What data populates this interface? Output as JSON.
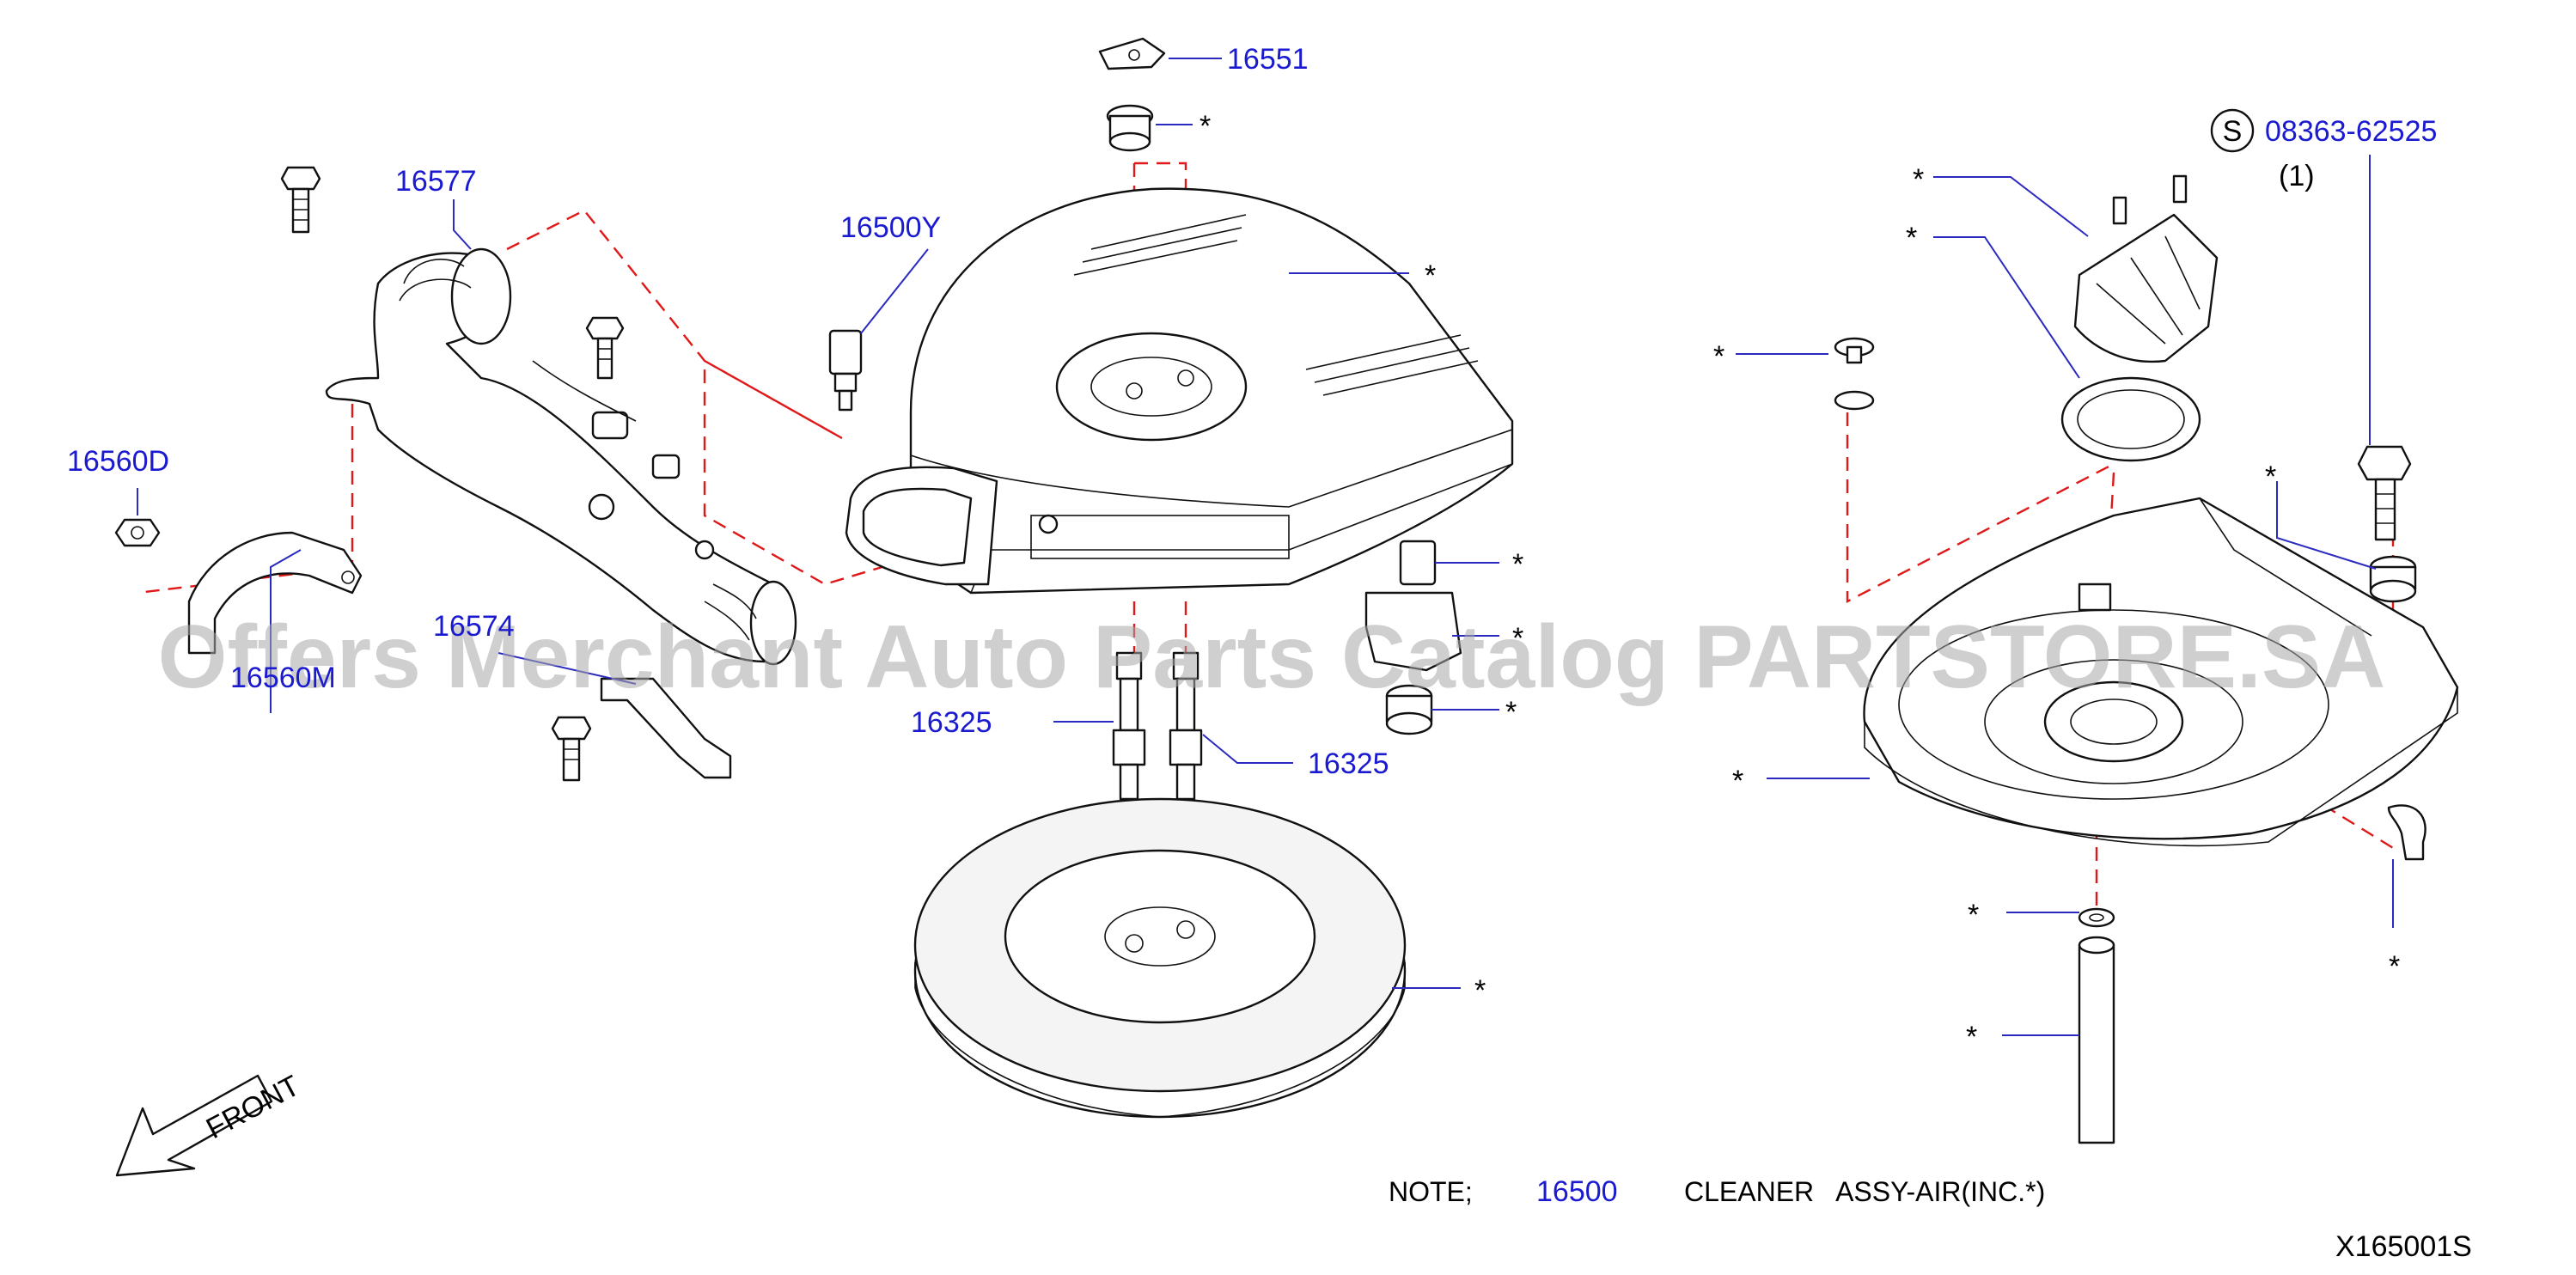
{
  "labels": {
    "p16551": "16551",
    "p16577": "16577",
    "p16500Y": "16500Y",
    "p16560D": "16560D",
    "p16574": "16574",
    "p16560M": "16560M",
    "p16325_left": "16325",
    "p16325_right": "16325",
    "p08363": "08363-62525",
    "qty_08363": "(1)",
    "s_mark": "S",
    "star": "*",
    "front": "FRONT"
  },
  "note": {
    "prefix": "NOTE;",
    "part_number": "16500",
    "description": "CLEANER   ASSY-AIR(INC.*)"
  },
  "diagram_code": "X165001S",
  "watermark": "Offers Merchant Auto Parts Catalog PARTSTORE.SA",
  "colors": {
    "part_number_text": "#1a1ad0",
    "leader_line": "#2a2ac0",
    "dashed_guide": "#e01818",
    "watermark": "#a8a8a8",
    "drawing_stroke": "#111111"
  }
}
